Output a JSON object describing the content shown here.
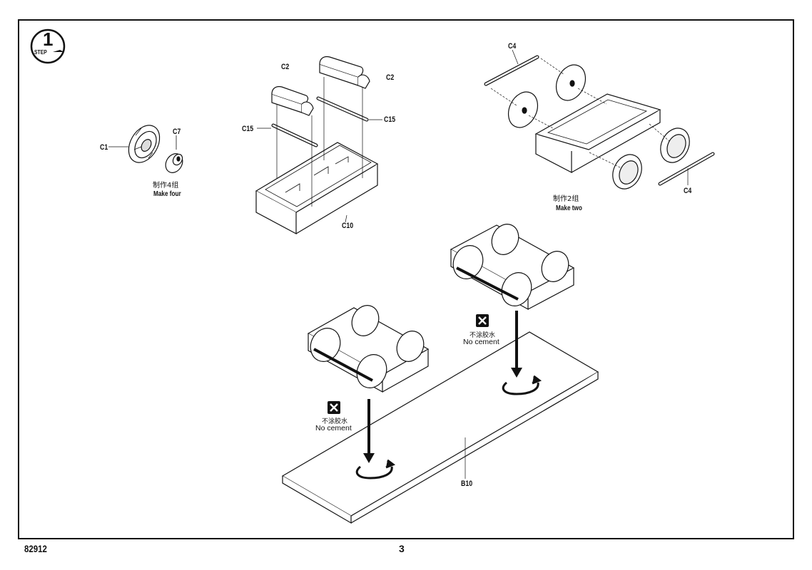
{
  "step": {
    "number": "1",
    "label": "STEP"
  },
  "parts": {
    "c1": "C1",
    "c7": "C7",
    "c2_left": "C2",
    "c2_right": "C2",
    "c15_left": "C15",
    "c15_right": "C15",
    "c10": "C10",
    "c4_top": "C4",
    "c4_bottom": "C4",
    "b10": "B10"
  },
  "notes": {
    "make_four_cn": "制作4组",
    "make_four_en": "Make four",
    "make_two_cn": "制作2组",
    "make_two_en": "Make two"
  },
  "no_cement": [
    {
      "cn": "不涂胶水",
      "en": "No cement"
    },
    {
      "cn": "不涂胶水",
      "en": "No cement"
    }
  ],
  "footer": {
    "code": "82912",
    "page": "3"
  },
  "icons": [
    "step-badge-icon",
    "wheel-icon",
    "axle-icon",
    "bogie-frame-icon",
    "no-cement-icon",
    "rotate-arrow-icon",
    "down-arrow-icon"
  ]
}
